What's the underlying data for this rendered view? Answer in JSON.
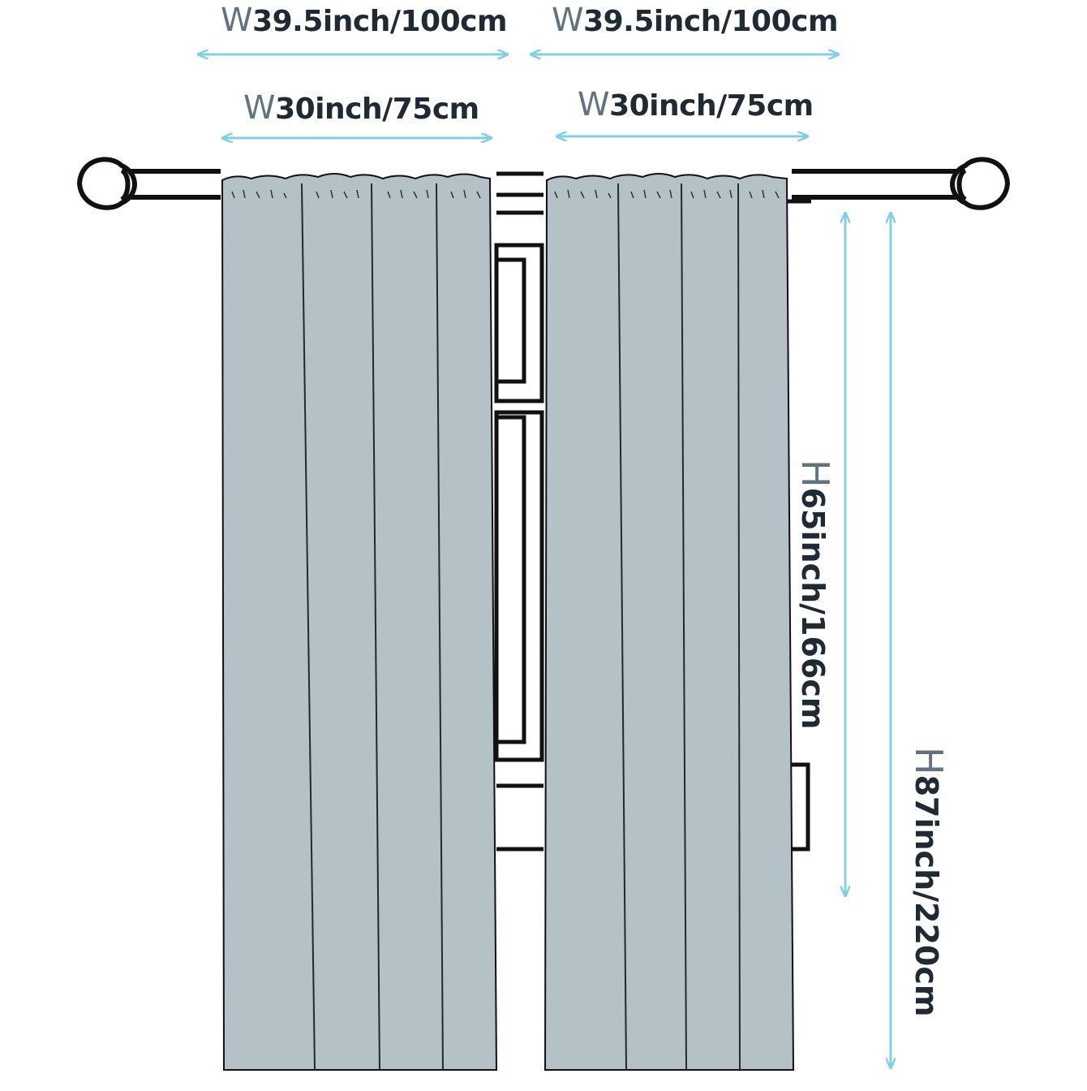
{
  "colors": {
    "curtain_fill": "#b4c1c6",
    "outline": "#111111",
    "dimension_arrow": "#7fd0e6",
    "label_prefix": "#5f7381",
    "label_text": "#1f2a33"
  },
  "dimensions": {
    "width_full_left": {
      "prefix": "W",
      "value": "39.5inch/100cm"
    },
    "width_full_right": {
      "prefix": "W",
      "value": "39.5inch/100cm"
    },
    "width_flat_left": {
      "prefix": "W",
      "value": "30inch/75cm"
    },
    "width_flat_right": {
      "prefix": "W",
      "value": "30inch/75cm"
    },
    "height_short": {
      "prefix": "H",
      "value": "65inch/166cm"
    },
    "height_long": {
      "prefix": "H",
      "value": "87inch/220cm"
    }
  },
  "icons": {
    "rod": "curtain-rod-icon",
    "finial": "rod-finial-icon",
    "window": "window-frame-icon"
  }
}
